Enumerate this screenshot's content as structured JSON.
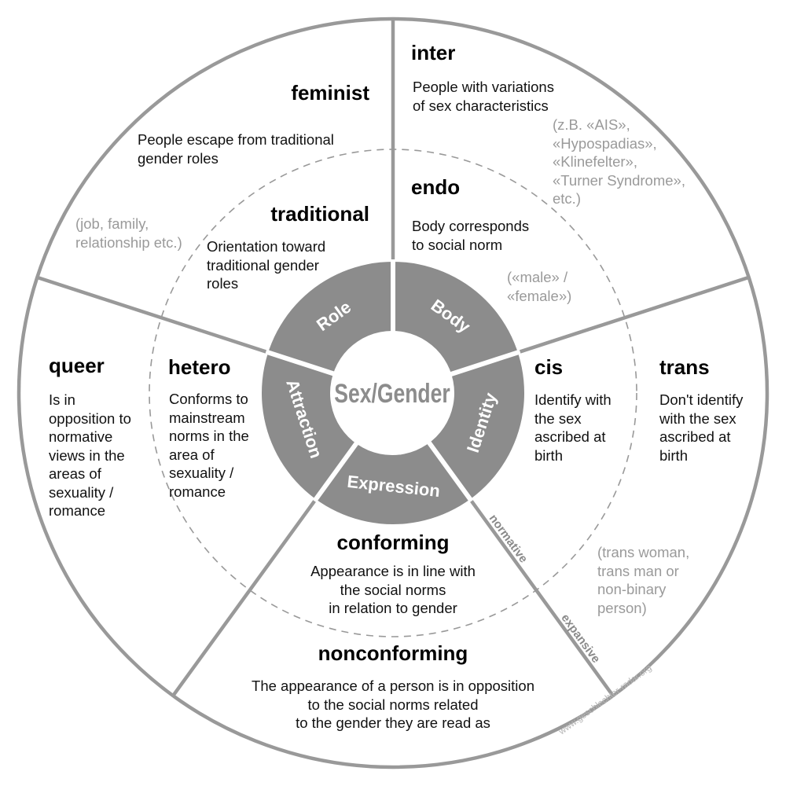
{
  "center": {
    "title": "Sex/Gender"
  },
  "ring": {
    "role": "Role",
    "body": "Body",
    "identity": "Identity",
    "expression": "Expression",
    "attraction": "Attraction"
  },
  "sections": {
    "inter": {
      "title": "inter",
      "desc": "People with variations\nof sex characteristics",
      "note": "(z.B. «AIS»,\n«Hypospadias»,\n«Klinefelter»,\n«Turner Syndrome»,\netc.)"
    },
    "endo": {
      "title": "endo",
      "desc": "Body corresponds\nto social norm",
      "note": "(«male» /\n«female»)"
    },
    "feminist": {
      "title": "feminist",
      "desc": "People escape from traditional\ngender roles",
      "note": "(job, family,\nrelationship etc.)"
    },
    "traditional": {
      "title": "traditional",
      "desc": "Orientation toward\ntraditional gender\nroles"
    },
    "queer": {
      "title": "queer",
      "desc": "Is in\nopposition to\nnormative\nviews in the\nareas of\nsexuality /\nromance"
    },
    "hetero": {
      "title": "hetero",
      "desc": "Conforms to\nmainstream\nnorms in the\narea of\nsexuality /\n  romance"
    },
    "cis": {
      "title": "cis",
      "desc": "Identify with\nthe sex\nascribed at\nbirth"
    },
    "trans": {
      "title": "trans",
      "desc": "Don't identify\nwith the sex\nascribed at\nbirth",
      "note": "(trans woman,\ntrans man or\nnon-binary\nperson)"
    },
    "conforming": {
      "title": "conforming",
      "desc": "Appearance is in line with\nthe social norms\nin relation to gender"
    },
    "nonconforming": {
      "title": "nonconforming",
      "desc": "The appearance of a person is in opposition\nto the social norms related\nto the gender they are read as"
    }
  },
  "axis_labels": {
    "inner": "normative",
    "outer": "expansive"
  },
  "watermark": "www.geschlechter-radar.org",
  "colors": {
    "ring": "#8c8c8c",
    "lines": "#999999",
    "note_text": "#9a9a9a"
  }
}
